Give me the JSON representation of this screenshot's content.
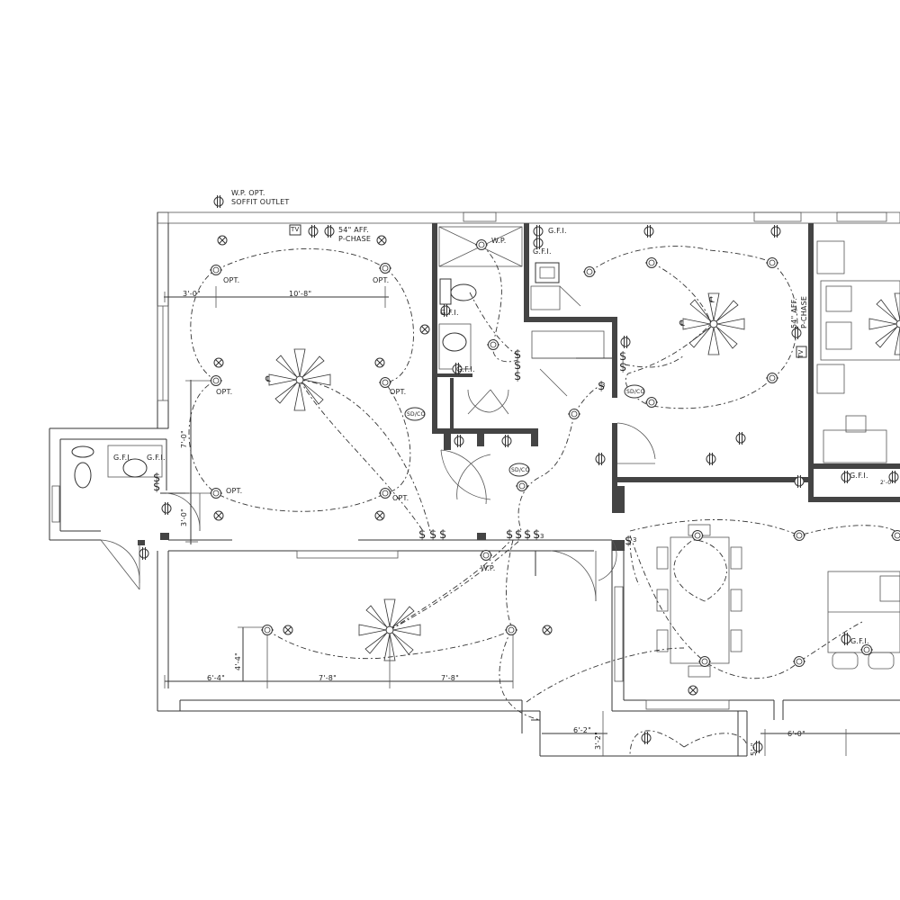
{
  "notes": {
    "soffit_line1": "W.P. OPT.",
    "soffit_line2": "SOFFIT OUTLET",
    "tv_aff_top_1": "54\" AFF.",
    "tv_aff_top_2": "P-CHASE",
    "tv_aff_right_1": "54\" AFF.",
    "tv_aff_right_2": "P-CHASE",
    "tv": "TV"
  },
  "labels": {
    "opt": "OPT.",
    "gfi": "G.F.I.",
    "wp": "W.P.",
    "sdco": "SD/CO",
    "cl": "℄"
  },
  "dimensions": {
    "d_3_0_top": "3'-0\"",
    "d_10_8": "10'-8\"",
    "d_7_0_vert": "7'-0\"",
    "d_3_0_vert": "3'-0\"",
    "d_6_4": "6'-4\"",
    "d_4_4_vert": "4'-4\"",
    "d_7_8_a": "7'-8\"",
    "d_7_8_b": "7'-8\"",
    "d_6_2": "6'-2\"",
    "d_3_2_vert": "3'-2\"",
    "d_6_0": "6'-0\"",
    "d_5_vert": "5'-\"",
    "d_2_0": "2'-0\""
  },
  "switches": {
    "s3": "$",
    "s3_sub": "3"
  }
}
